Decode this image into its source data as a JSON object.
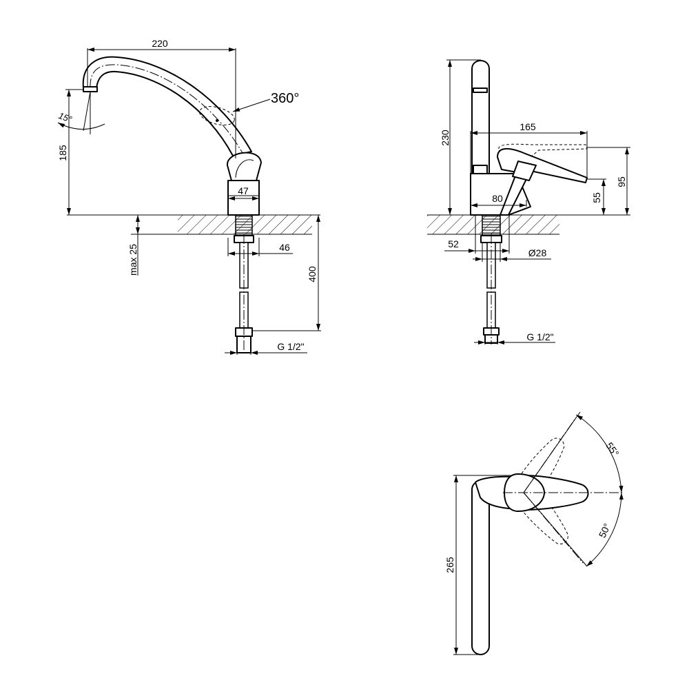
{
  "front_view": {
    "spout_reach": "220",
    "rotation": "360°",
    "jet_angle": "15°",
    "spout_height": "185",
    "body_width": "47",
    "max_mount_thickness": "max 25",
    "shank_width": "46",
    "hose_length": "400",
    "thread": "G 1/2\""
  },
  "side_view": {
    "total_height": "230",
    "lever_reach": "165",
    "lever_height": "95",
    "handle_height": "55",
    "base_depth": "80",
    "shank_offset": "52",
    "hole_diameter": "Ø28",
    "thread": "G 1/2\""
  },
  "top_view": {
    "length": "265",
    "angle_back": "55°",
    "angle_front": "50°"
  }
}
